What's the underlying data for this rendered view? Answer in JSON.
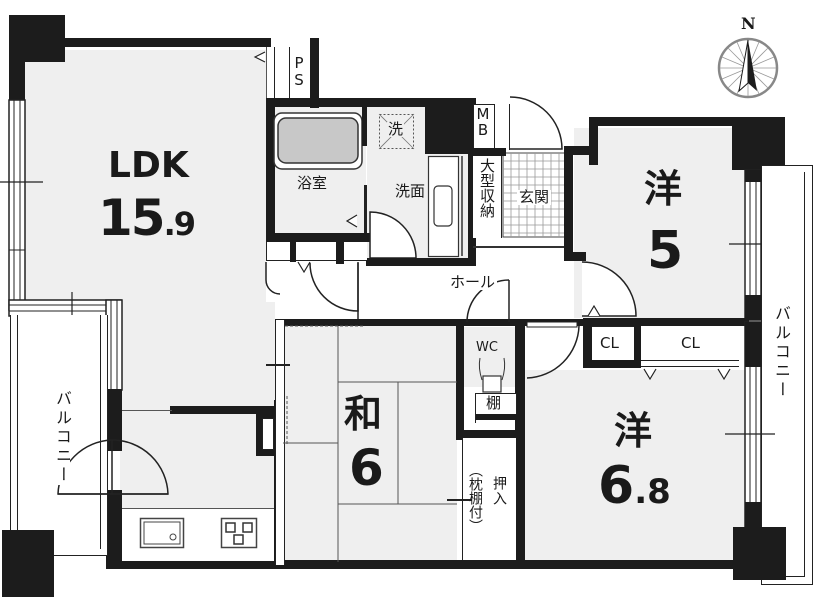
{
  "floorplan": {
    "compass": {
      "label": "N",
      "icon": "compass-rose-icon"
    },
    "rooms": {
      "ldk": {
        "name": "LDK",
        "size_int": "15",
        "size_dec": ".9"
      },
      "western1": {
        "name": "洋",
        "size": "5"
      },
      "western2": {
        "name": "洋",
        "size_int": "6",
        "size_dec": ".8"
      },
      "japanese": {
        "name": "和",
        "size": "6"
      }
    },
    "labels": {
      "ps": [
        "P",
        "S"
      ],
      "mb": [
        "M",
        "B"
      ],
      "bathroom": "浴室",
      "washroom": "洗面",
      "washer": "洗",
      "large_storage": "大型収納",
      "entrance": "玄関",
      "hall": "ホール",
      "wc": "WC",
      "shelf": "棚",
      "closet1": "CL",
      "closet2": "CL",
      "oshiire": "押入",
      "oshiire_note": "（枕棚付）",
      "balcony_left": "バルコニー",
      "balcony_right": "バルコニー"
    },
    "colors": {
      "wall": "#1c1c1c",
      "floor": "#efefef",
      "background": "#ffffff"
    }
  }
}
